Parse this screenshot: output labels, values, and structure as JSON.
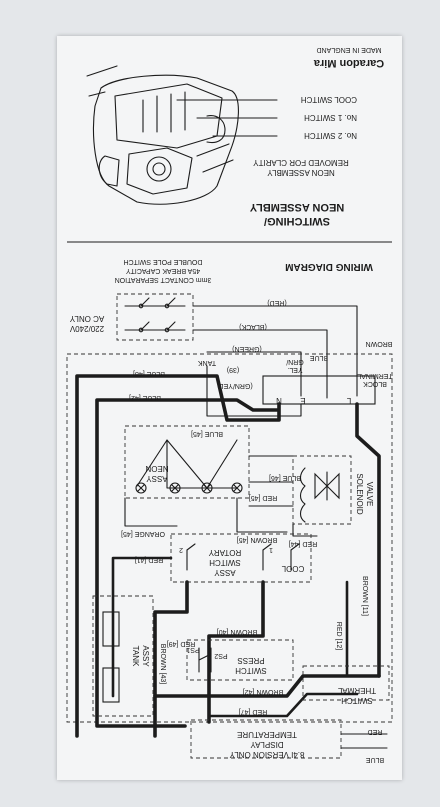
{
  "header": {
    "brand": "Caradon Mira",
    "made_in": "MADE IN ENGLAND"
  },
  "neon_section": {
    "title_line1": "SWITCHING/",
    "title_line2": "NEON ASSEMBLY",
    "note_line1": "NEON ASSEMBLY",
    "note_line2": "REMOVED FOR CLARITY",
    "cool_switch": "COOL SWITCH",
    "no1_switch": "No. 1 SWITCH",
    "no2_switch": "No. 2 SWITCH"
  },
  "wiring": {
    "title": "WIRING DIAGRAM",
    "isolator_line1": "DOUBLE POLE SWITCH",
    "isolator_line2": "45A BREAK CAPACITY",
    "isolator_line3": "3mm CONTACT SEPARATION",
    "supply_line1": "220/240V",
    "supply_line2": "AC ONLY",
    "red": "(RED)",
    "black": "(BLACK)",
    "green": "(GREEN)",
    "yel": "YEL.",
    "grn_slash": "GRN/",
    "blue": "BLUE",
    "brown": "BROWN",
    "tank": "TANK",
    "grn_yel": "(GRN/YEL)",
    "wire_39": "(39)",
    "terminal_n": "N",
    "terminal_e": "E",
    "terminal_l": "L",
    "terminal_block_1": "TERMINAL",
    "terminal_block_2": "BLOCK",
    "blue_48": "BLUE [48]",
    "blue_42": "BLUE [42]",
    "blue_45": "BLUE [45]",
    "blue_46": "BLUE [46]",
    "neon_assy_1": "NEON",
    "neon_assy_2": "ASSY",
    "red_45": "RED [45]",
    "solenoid_1": "SOLENOID",
    "solenoid_2": "VALVE",
    "red_44": "RED [44]",
    "orange_45": "ORANGE [45]",
    "brown_45": "BROWN [45]",
    "red_41": "RED [41]",
    "rotary_1": "ROTARY",
    "rotary_2": "SWITCH",
    "rotary_3": "ASSY",
    "cool": "COOL",
    "brown_11": "BROWN [11]",
    "red_49": "RED [49]",
    "brown_40": "BROWN [40]",
    "red_12": "RED [12]",
    "ps1": "PS1",
    "ps2": "PS2",
    "press_1": "PRESS",
    "press_2": "SWITCH",
    "tank_assy_1": "TANK",
    "tank_assy_2": "ASSY",
    "brown_43": "BROWN [43]",
    "brown_42": "BROWN [42]",
    "red_47": "RED [47]",
    "thermal_1": "THERMAL",
    "thermal_2": "SWITCH",
    "temp_1": "TEMPERATURE",
    "temp_2": "DISPLAY",
    "temp_3": "8.4I VERSION ONLY",
    "red_small": "RED",
    "blue_small": "BLUE",
    "num_1": "1",
    "num_2": "2"
  }
}
